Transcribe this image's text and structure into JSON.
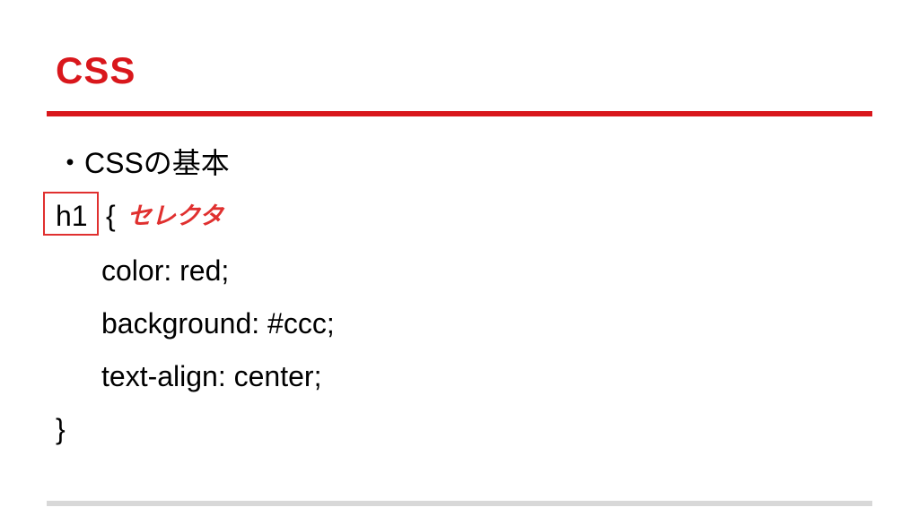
{
  "slide": {
    "title": "CSS",
    "bullet": "・CSSの基本",
    "code": {
      "selector": "h1",
      "open_brace": "{",
      "selector_annotation": "セレクタ",
      "properties": [
        "color: red;",
        "background: #ccc;",
        "text-align: center;"
      ],
      "close_brace": "}"
    }
  },
  "colors": {
    "accent": "#d9171c",
    "annotation": "#e0302f",
    "footer_rule": "#d8d8d8",
    "text": "#000000"
  }
}
